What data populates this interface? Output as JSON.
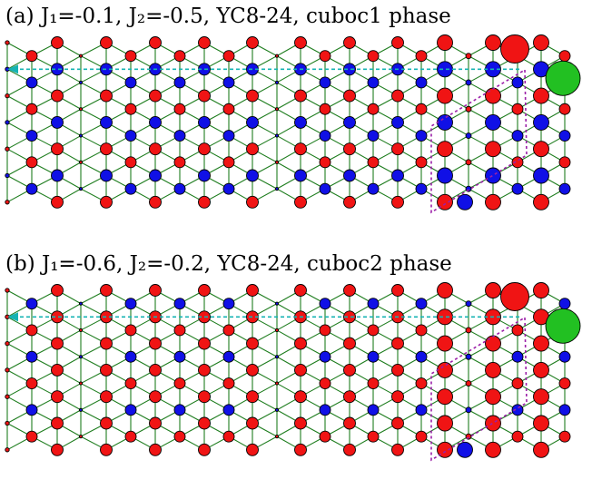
{
  "colors": {
    "red": "#f01414",
    "blue": "#1010e6",
    "green": "#22c022",
    "bond": "#1e7d1e",
    "arrow": "#16b3b3",
    "cell": "#9b1fa8"
  },
  "panels": [
    {
      "label": "(a) J₁=-0.1, J₂=-0.5, YC8-24, cuboc1 phase",
      "phase": "cuboc1"
    },
    {
      "label": "(b) J₁=-0.6, J₂=-0.2, YC8-24, cuboc2 phase",
      "phase": "cuboc2"
    }
  ]
}
